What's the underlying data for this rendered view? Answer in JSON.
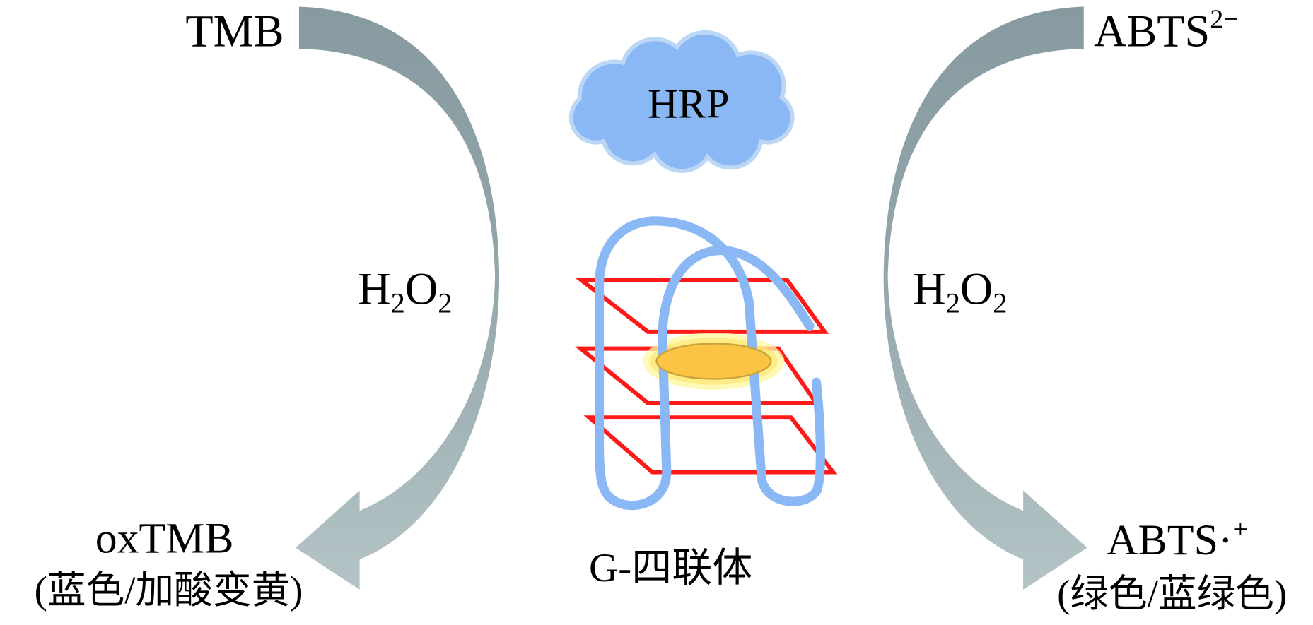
{
  "diagram": {
    "left_cycle": {
      "substrate": "TMB",
      "oxidant": {
        "base1": "H",
        "sub1": "2",
        "base2": "O",
        "sub2": "2"
      },
      "product": "oxTMB",
      "product_note": "(蓝色/加酸变黄)"
    },
    "right_cycle": {
      "substrate": {
        "main": "ABTS",
        "sup": "2−"
      },
      "oxidant": {
        "base1": "H",
        "sub1": "2",
        "base2": "O",
        "sub2": "2"
      },
      "product": {
        "main": "ABTS·",
        "sup": "+"
      },
      "product_note": "(绿色/蓝绿色)"
    },
    "enzyme": "HRP",
    "structure_label": "G-四联体"
  },
  "colors": {
    "arrow_top": "#869aa0",
    "arrow_bottom": "#b4c4c6",
    "cloud_fill": "#8ab8f4",
    "cloud_edge": "#bcd6f6",
    "strand": "#8ab8f4",
    "planes": "#ff1a1a",
    "hemin": "#fbc444"
  }
}
